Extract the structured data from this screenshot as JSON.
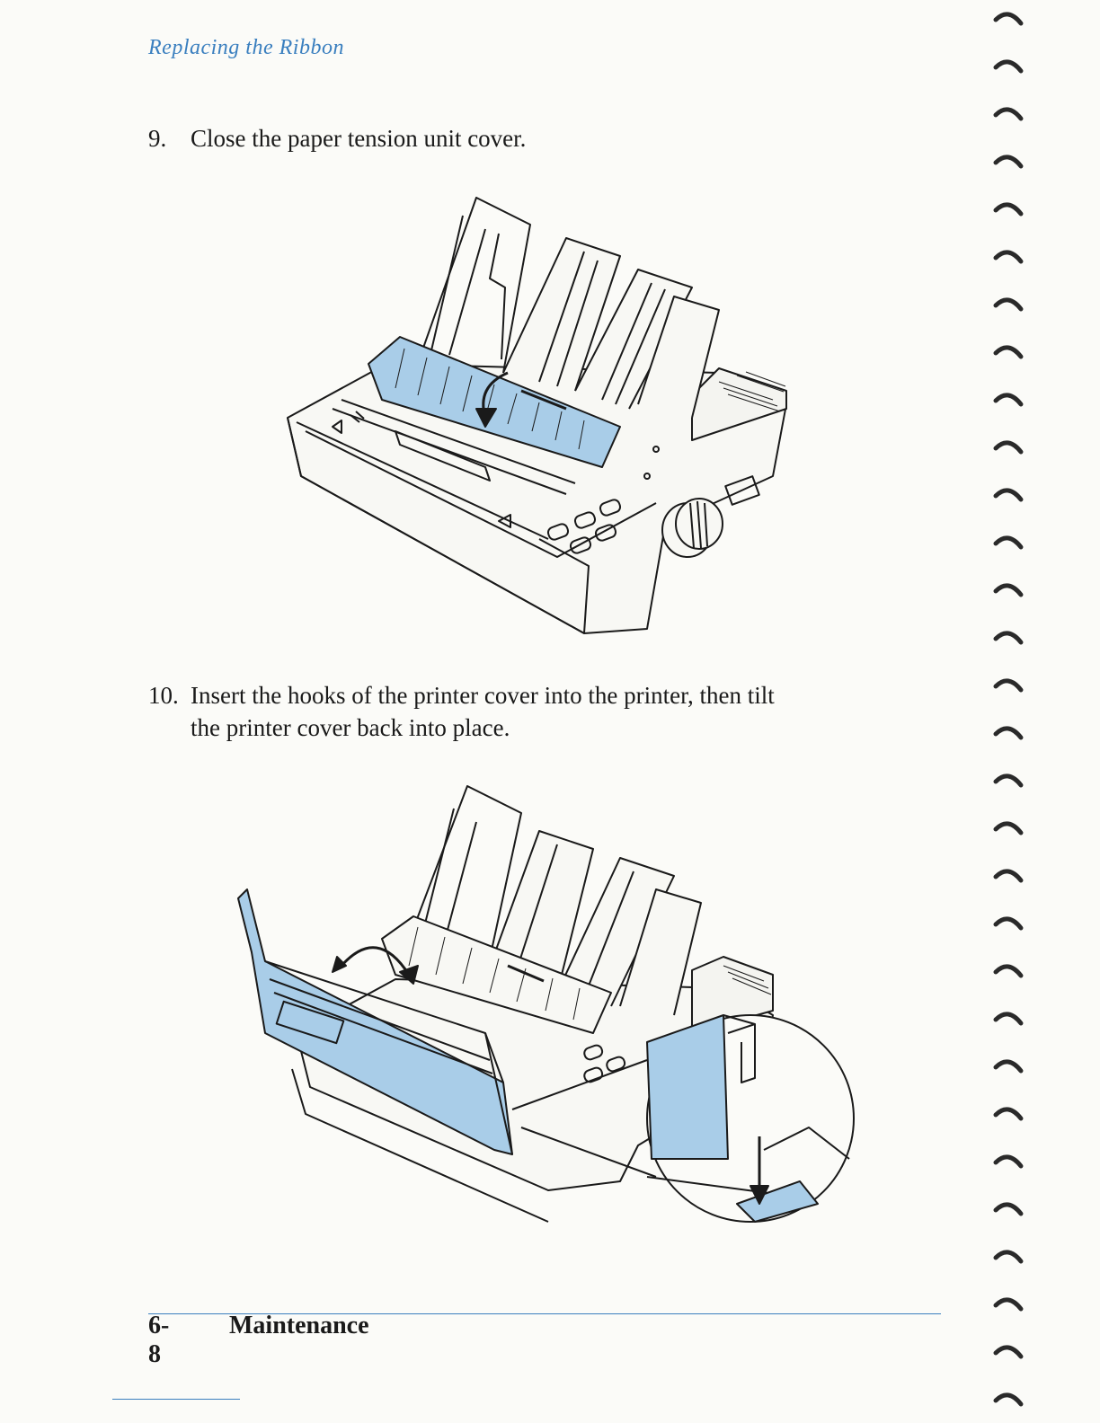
{
  "header": {
    "title": "Replacing the Ribbon"
  },
  "steps": [
    {
      "number": "9.",
      "text": "Close the paper tension unit cover."
    },
    {
      "number": "10.",
      "text_line1": "Insert the hooks of the printer cover into the printer, then tilt",
      "text_line2": "the printer cover back into place."
    }
  ],
  "footer": {
    "page_number": "6-8",
    "section": "Maintenance"
  },
  "colors": {
    "accent": "#3a7fbf",
    "highlight": "#a9cde8",
    "ink": "#1a1a1a"
  },
  "icons": {
    "binding_hole": "binding-hole-icon"
  }
}
